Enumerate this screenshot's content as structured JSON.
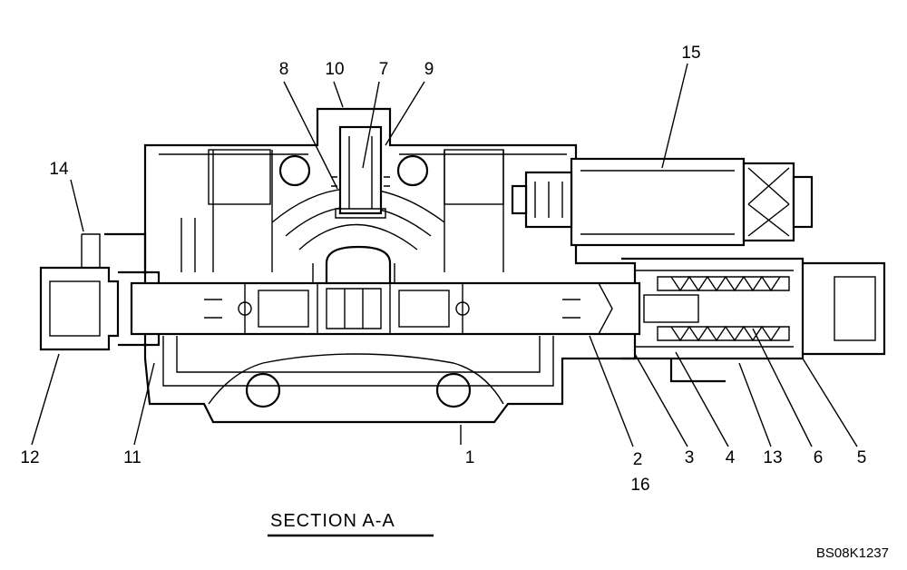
{
  "diagram": {
    "section_title": "SECTION  A-A",
    "drawing_code": "BS08K1237",
    "callouts": [
      {
        "id": "c1",
        "text": "1"
      },
      {
        "id": "c2",
        "text": "2"
      },
      {
        "id": "c16",
        "text": "16"
      },
      {
        "id": "c3",
        "text": "3"
      },
      {
        "id": "c4",
        "text": "4"
      },
      {
        "id": "c13",
        "text": "13"
      },
      {
        "id": "c6",
        "text": "6"
      },
      {
        "id": "c5",
        "text": "5"
      },
      {
        "id": "c12",
        "text": "12"
      },
      {
        "id": "c11",
        "text": "11"
      },
      {
        "id": "c14",
        "text": "14"
      },
      {
        "id": "c8",
        "text": "8"
      },
      {
        "id": "c10",
        "text": "10"
      },
      {
        "id": "c7",
        "text": "7"
      },
      {
        "id": "c9",
        "text": "9"
      },
      {
        "id": "c15",
        "text": "15"
      }
    ]
  }
}
